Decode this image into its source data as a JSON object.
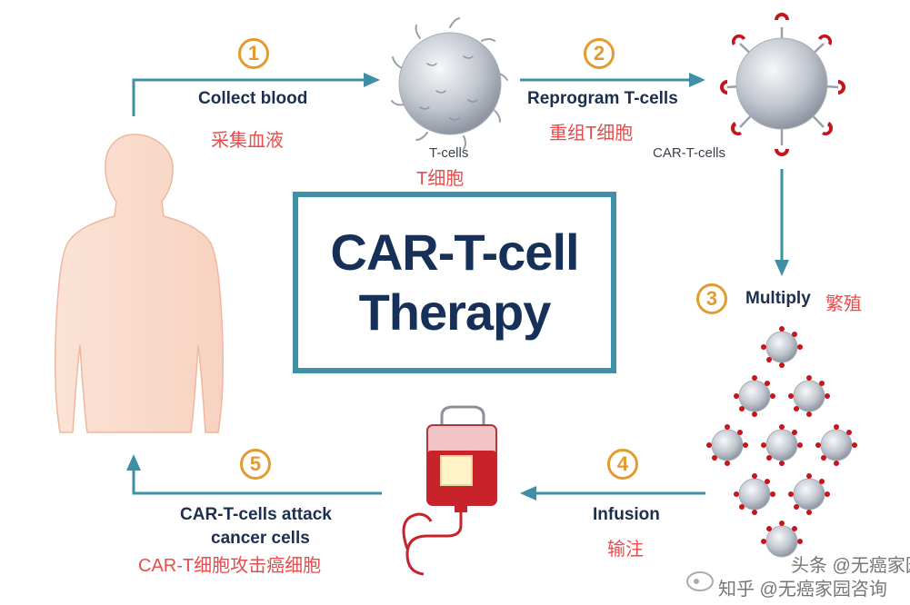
{
  "title": {
    "line1": "CAR-T-cell",
    "line2": "Therapy"
  },
  "steps": [
    {
      "num": "1",
      "en": "Collect blood",
      "zh": "采集血液"
    },
    {
      "num": "2",
      "en": "Reprogram T-cells",
      "zh": "重组T细胞"
    },
    {
      "num": "3",
      "en": "Multiply",
      "zh": "繁殖"
    },
    {
      "num": "4",
      "en": "Infusion",
      "zh": "输注"
    },
    {
      "num": "5",
      "en_line1": "CAR-T-cells attack",
      "en_line2": "cancer cells",
      "zh": "CAR-T细胞攻击癌细胞"
    }
  ],
  "cells": {
    "tcell_label": "T-cells",
    "tcell_label_zh": "T细胞",
    "cart_label": "CAR-T-cells"
  },
  "watermark": {
    "line1": "头条 @无癌家园",
    "line2": "知乎 @无癌家园咨询"
  },
  "colors": {
    "arrow": "#3f8fa6",
    "title": "#163057",
    "accent": "#e39a2f",
    "zh": "#ea4b4b"
  }
}
